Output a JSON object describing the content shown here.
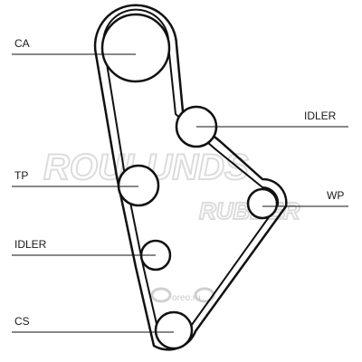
{
  "labels": {
    "ca": "CA",
    "idler_top": "IDLER",
    "tp": "TP",
    "wp": "WP",
    "idler_bottom": "IDLER",
    "cs": "CS"
  },
  "watermark": {
    "line1": "ROULUNDS",
    "line2": "RUBBER",
    "site": "oreo.ru"
  },
  "colors": {
    "belt": "#111111",
    "pulley": "#111111",
    "leader": "#111111",
    "watermark": "#dcdcdc"
  }
}
